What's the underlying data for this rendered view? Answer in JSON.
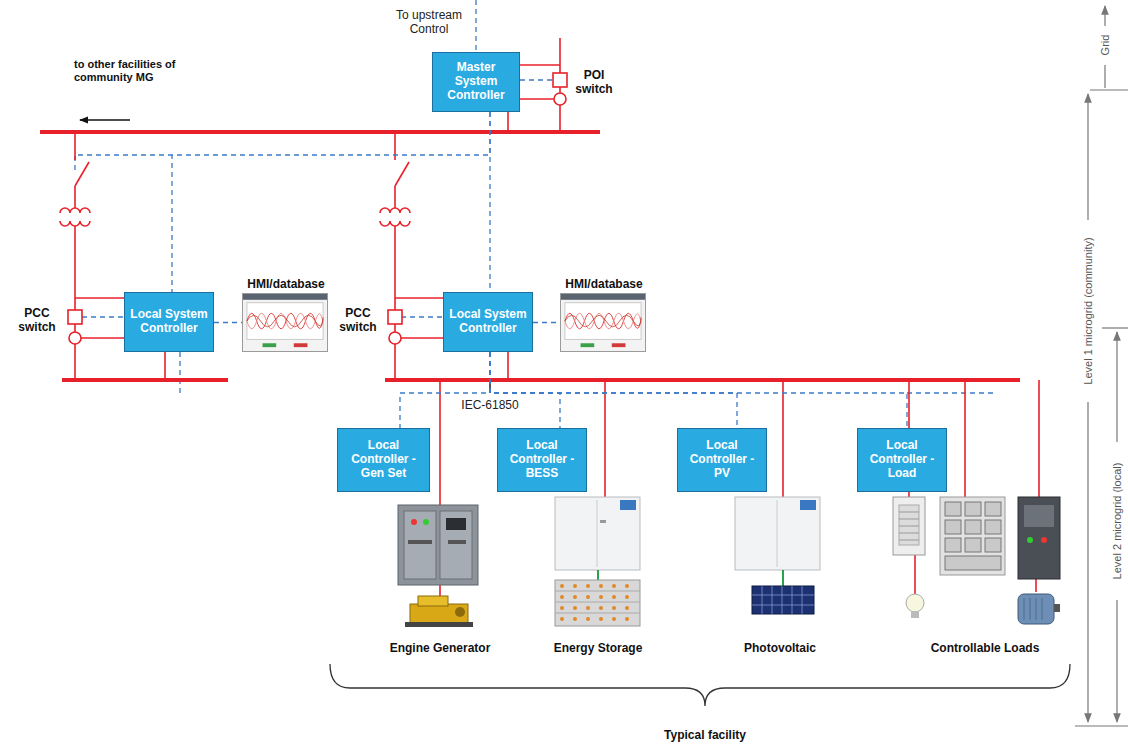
{
  "diagram": {
    "nodes": [
      {
        "text": [
          "Master System Controller"
        ]
      },
      {
        "text": [
          "Local System Controller"
        ]
      },
      {
        "text": [
          "HMI/database"
        ]
      },
      {
        "text": [
          "Local System Controller"
        ]
      },
      {
        "text": [
          "HMI/database"
        ]
      },
      {
        "text": [
          "Local Controller - Gen Set"
        ]
      },
      {
        "text": [
          "Local Controller - BESS"
        ]
      },
      {
        "text": [
          "Local Controller - PV"
        ]
      },
      {
        "text": [
          "Local Controller - Load"
        ]
      }
    ],
    "edges": [
      {
        "from": 0,
        "to": 1,
        "arrow": "none"
      },
      {
        "from": 0,
        "to": 3,
        "arrow": "none"
      },
      {
        "from": 1,
        "to": 2,
        "arrow": "none"
      },
      {
        "from": 3,
        "to": 4,
        "arrow": "none"
      },
      {
        "from": 3,
        "to": 5,
        "arrow": "none"
      },
      {
        "from": 3,
        "to": 6,
        "arrow": "none"
      },
      {
        "from": 3,
        "to": 7,
        "arrow": "none"
      },
      {
        "from": 3,
        "to": 8,
        "arrow": "none"
      }
    ],
    "labels": [
      "To upstream Control",
      "POI switch",
      "to other facilities of community MG",
      "PCC switch",
      "PCC switch",
      "IEC-61850",
      "Engine Generator",
      "Energy Storage",
      "Photovoltaic",
      "Controllable Loads",
      "Typical facility",
      "Grid",
      "Level 1 microgrid (community)",
      "Level 2 microgrid (local)"
    ]
  }
}
